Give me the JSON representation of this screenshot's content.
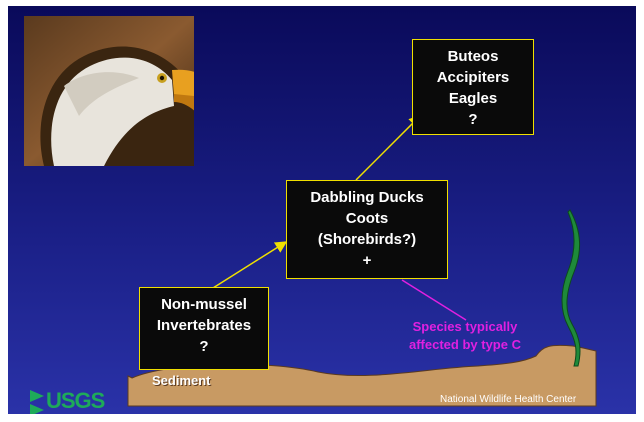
{
  "boxes": {
    "top": [
      "Buteos",
      "Accipiters",
      "Eagles",
      "?"
    ],
    "middle": [
      "Dabbling Ducks",
      "Coots",
      "(Shorebirds?)",
      "+"
    ],
    "bottom": [
      "Non-mussel",
      "Invertebrates",
      "?"
    ]
  },
  "annotation": [
    "Species typically",
    "affected by type C"
  ],
  "sediment_label": "Sediment",
  "logo_text": "USGS",
  "footer_credit": "National Wildlife Health Center",
  "colors": {
    "box_border": "#f0e000",
    "arrow": "#f0e000",
    "annotation": "#e020e0",
    "sediment": "#c89a63"
  }
}
